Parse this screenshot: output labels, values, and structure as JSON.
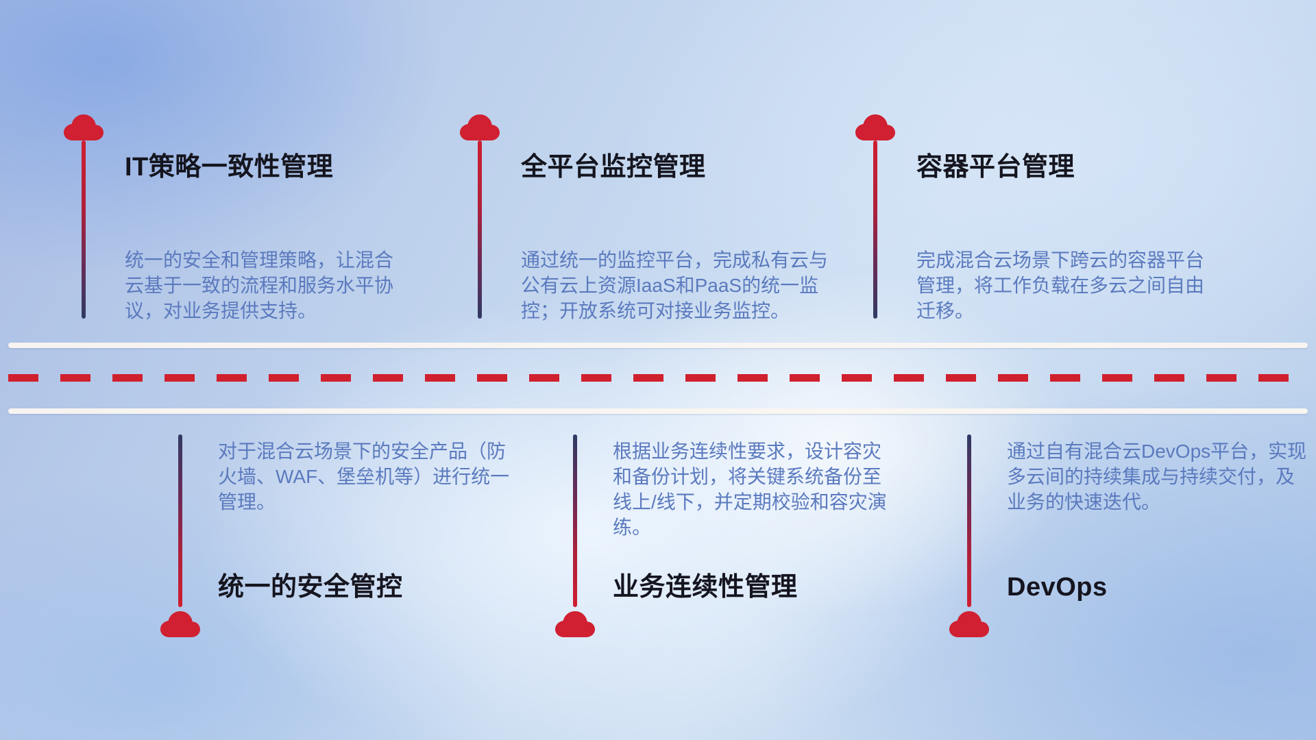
{
  "top_items": [
    {
      "title": "IT策略一致性管理",
      "desc": "统一的安全和管理策略，让混合云基于一致的流程和服务水平协议，对业务提供支持。"
    },
    {
      "title": "全平台监控管理",
      "desc": "通过统一的监控平台，完成私有云与公有云上资源IaaS和PaaS的统一监控；开放系统可对接业务监控。"
    },
    {
      "title": "容器平台管理",
      "desc": "完成混合云场景下跨云的容器平台管理，将工作负载在多云之间自由迁移。"
    }
  ],
  "bottom_items": [
    {
      "title": "统一的安全管控",
      "desc": "对于混合云场景下的安全产品（防火墙、WAF、堡垒机等）进行统一管理。"
    },
    {
      "title": "业务连续性管理",
      "desc": "根据业务连续性要求，设计容灾和备份计划，将关键系统备份至线上/线下，并定期校验和容灾演练。"
    },
    {
      "title": "DevOps",
      "desc": "通过自有混合云DevOps平台，实现多云间的持续集成与持续交付，及业务的快速迭代。"
    }
  ],
  "colors": {
    "cloud_red": "#d02031",
    "pin_red": "#cf1e30",
    "pin_navy": "#2f3a64",
    "dash_red": "#d0202e",
    "road_white": "#faf6f1",
    "title_text": "#15151f",
    "desc_text": "#5b7abe"
  }
}
